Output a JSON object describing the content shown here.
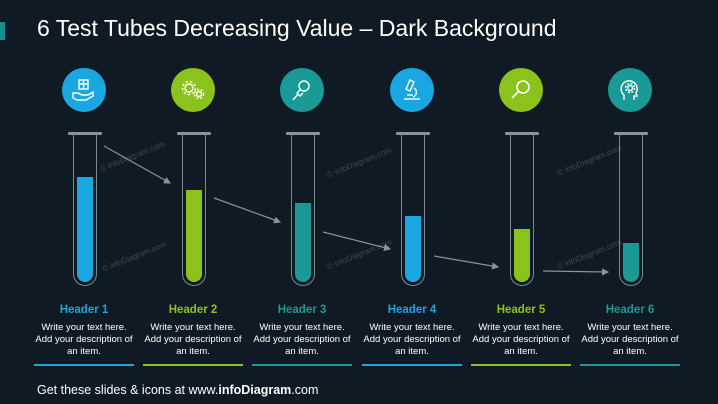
{
  "title": "6 Test Tubes Decreasing Value – Dark Background",
  "watermark": "© infoDiagram.com",
  "footer": {
    "prefix": "Get these slides & icons at www.",
    "brand": "infoDiagram",
    "suffix": ".com"
  },
  "columns": [
    {
      "header": "Header 1",
      "desc": "Write your text here. Add your description of an item.",
      "color": "#1aa6e0",
      "icon": "hand-box-icon",
      "level": 0.72
    },
    {
      "header": "Header 2",
      "desc": "Write your text here. Add your description of an item.",
      "color": "#8cc21c",
      "icon": "gears-icon",
      "level": 0.63
    },
    {
      "header": "Header 3",
      "desc": "Write your text here. Add your description of an item.",
      "color": "#1a9a96",
      "icon": "pushpin-icon",
      "level": 0.54
    },
    {
      "header": "Header 4",
      "desc": "Write your text here. Add your description of an item.",
      "color": "#1aa6e0",
      "icon": "microscope-icon",
      "level": 0.45
    },
    {
      "header": "Header 5",
      "desc": "Write your text here. Add your description of an item.",
      "color": "#8cc21c",
      "icon": "magnifier-icon",
      "level": 0.36
    },
    {
      "header": "Header 6",
      "desc": "Write your text here. Add your description of an item.",
      "color": "#1a9a96",
      "icon": "head-gear-icon",
      "level": 0.27
    }
  ]
}
